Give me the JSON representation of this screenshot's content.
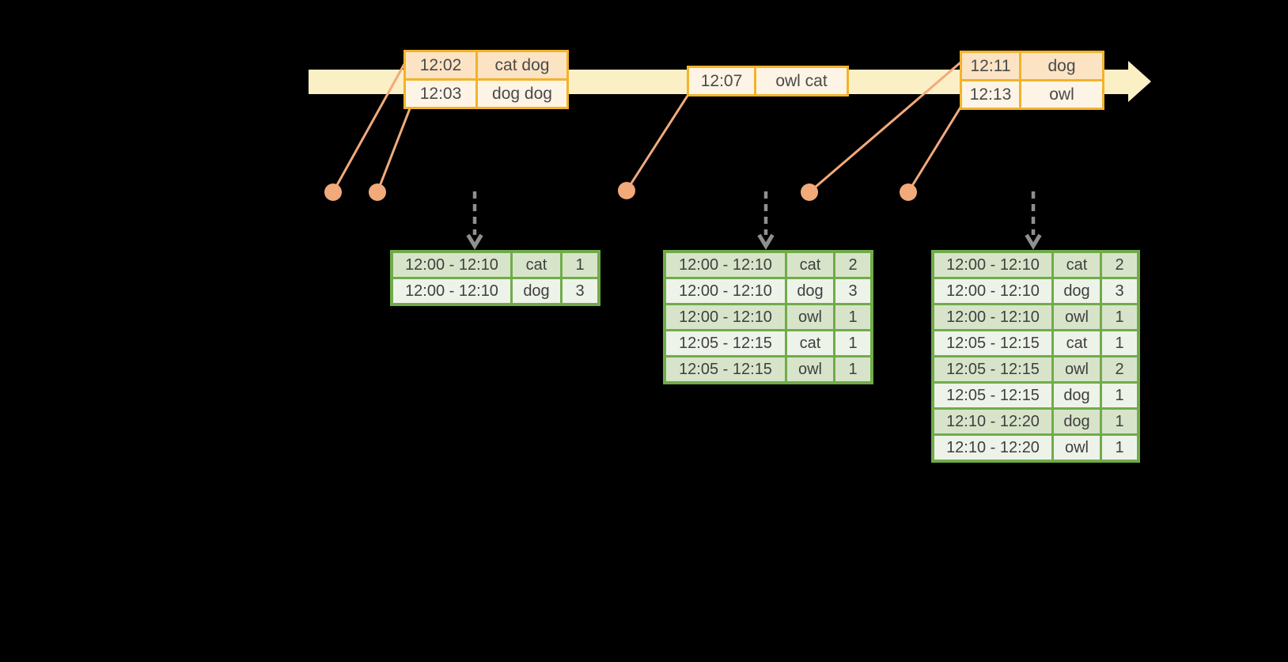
{
  "colors": {
    "bg": "#000000",
    "band": "#FBEFC6",
    "gold": "#F2B32B",
    "peach": "#FBE3C4",
    "cream": "#FDF4E6",
    "salmon": "#F2AA7B",
    "gray": "#8F8F8F",
    "green": "#6FAC49",
    "rowdark": "#D8E4CA",
    "rowlight": "#EEF3E9"
  },
  "timeline": {
    "events": [
      {
        "rows": [
          {
            "time": "12:02",
            "words": "cat dog"
          },
          {
            "time": "12:03",
            "words": "dog dog"
          }
        ]
      },
      {
        "rows": [
          {
            "time": "12:07",
            "words": "owl cat"
          }
        ]
      },
      {
        "rows": [
          {
            "time": "12:11",
            "words": "dog"
          },
          {
            "time": "12:13",
            "words": "owl"
          }
        ]
      }
    ]
  },
  "result_tables": [
    {
      "rows": [
        {
          "window": "12:00 - 12:10",
          "word": "cat",
          "count": "1"
        },
        {
          "window": "12:00 - 12:10",
          "word": "dog",
          "count": "3"
        }
      ]
    },
    {
      "rows": [
        {
          "window": "12:00 - 12:10",
          "word": "cat",
          "count": "2"
        },
        {
          "window": "12:00 - 12:10",
          "word": "dog",
          "count": "3"
        },
        {
          "window": "12:00 - 12:10",
          "word": "owl",
          "count": "1"
        },
        {
          "window": "12:05 - 12:15",
          "word": "cat",
          "count": "1"
        },
        {
          "window": "12:05 - 12:15",
          "word": "owl",
          "count": "1"
        }
      ]
    },
    {
      "rows": [
        {
          "window": "12:00 - 12:10",
          "word": "cat",
          "count": "2"
        },
        {
          "window": "12:00 - 12:10",
          "word": "dog",
          "count": "3"
        },
        {
          "window": "12:00 - 12:10",
          "word": "owl",
          "count": "1"
        },
        {
          "window": "12:05 - 12:15",
          "word": "cat",
          "count": "1"
        },
        {
          "window": "12:05 - 12:15",
          "word": "owl",
          "count": "2"
        },
        {
          "window": "12:05 - 12:15",
          "word": "dog",
          "count": "1"
        },
        {
          "window": "12:10 - 12:20",
          "word": "dog",
          "count": "1"
        },
        {
          "window": "12:10 - 12:20",
          "word": "owl",
          "count": "1"
        }
      ]
    }
  ]
}
